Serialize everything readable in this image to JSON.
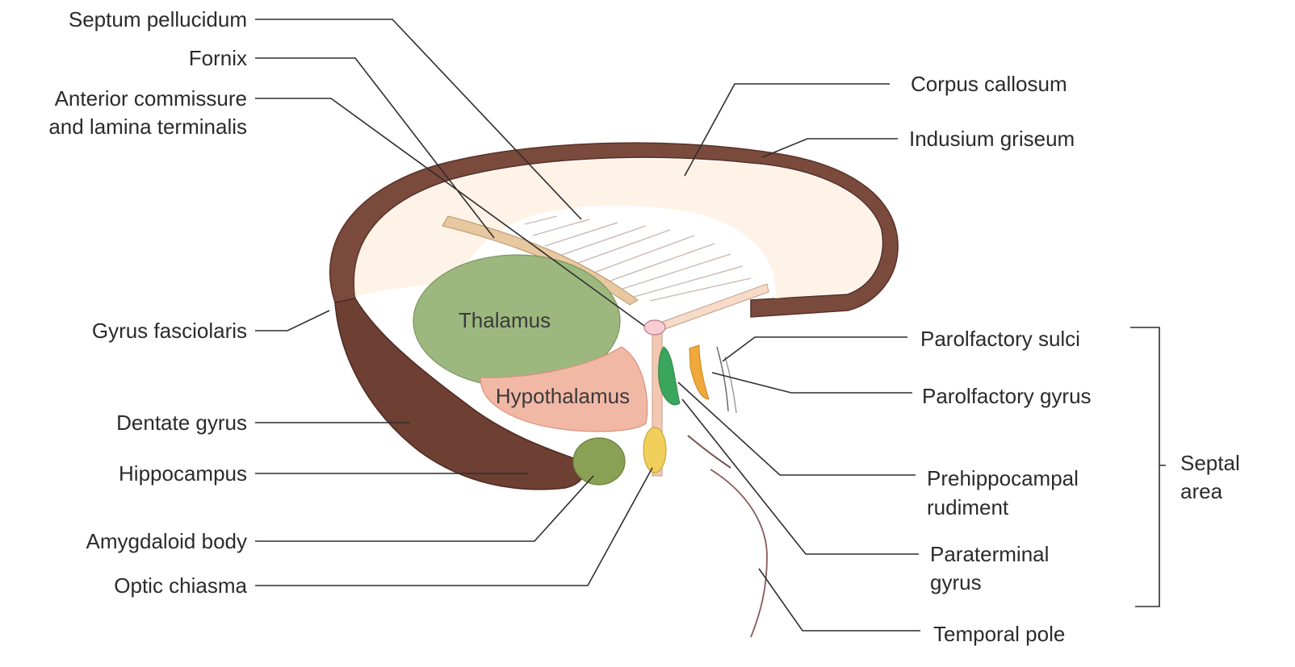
{
  "labels": {
    "septum_pellucidum": "Septum pellucidum",
    "fornix": "Fornix",
    "anterior_commissure_1": "Anterior commissure",
    "anterior_commissure_2": "and lamina terminalis",
    "gyrus_fasciolaris": "Gyrus fasciolaris",
    "dentate_gyrus": "Dentate gyrus",
    "hippocampus": "Hippocampus",
    "amygdaloid_body": "Amygdaloid body",
    "optic_chiasma": "Optic chiasma",
    "corpus_callosum": "Corpus callosum",
    "indusium_griseum": "Indusium griseum",
    "parolfactory_sulci": "Parolfactory sulci",
    "parolfactory_gyrus": "Parolfactory gyrus",
    "prehippocampal_1": "Prehippocampal",
    "prehippocampal_2": "rudiment",
    "paraterminal_1": "Paraterminal",
    "paraterminal_2": "gyrus",
    "temporal_pole": "Temporal pole",
    "septal_area_1": "Septal",
    "septal_area_2": "area",
    "thalamus": "Thalamus",
    "hypothalamus": "Hypothalamus"
  },
  "colors": {
    "corpus_callosum_outline": "#7a4a3c",
    "corpus_callosum_fill": "#fff3e8",
    "hippocampus": "#6e3f33",
    "thalamus": "#9db87f",
    "hypothalamus": "#f2b8a6",
    "amygdala": "#8aa054",
    "optic_chiasma": "#f0cf5a",
    "fornix": "#e8c8a0",
    "paraterminal_green": "#3aa55c",
    "parolfactory_orange": "#f0a83a"
  }
}
